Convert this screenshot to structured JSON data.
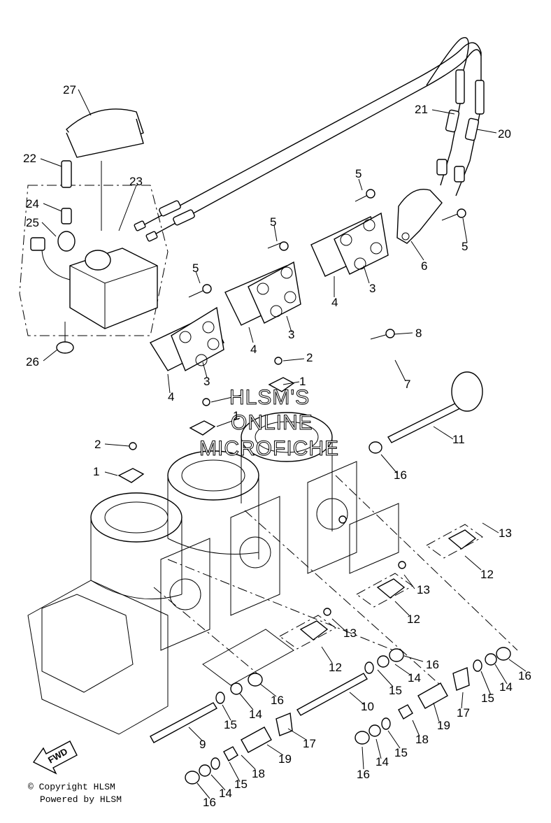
{
  "watermark": {
    "line1": "HLSM'S",
    "line2": "ONLINE",
    "line3": "MICROFICHE"
  },
  "footer": {
    "copyright": "© Copyright HLSM",
    "powered": "Powered by HLSM"
  },
  "fwd_label": "FWD",
  "callouts": {
    "c27": "27",
    "c22": "22",
    "c23": "23",
    "c24": "24",
    "c25": "25",
    "c26": "26",
    "c21": "21",
    "c20": "20",
    "c5a": "5",
    "c5b": "5",
    "c5c": "5",
    "c5d": "5",
    "c6": "6",
    "c3a": "3",
    "c3b": "3",
    "c3c": "3",
    "c4a": "4",
    "c4b": "4",
    "c4c": "4",
    "c8": "8",
    "c7": "7",
    "c2a": "2",
    "c2b": "2",
    "c1a": "1",
    "c1b": "1",
    "c1c": "1",
    "c11": "11",
    "c16a": "16",
    "c13a": "13",
    "c12a": "12",
    "c13b": "13",
    "c12b": "12",
    "c13c": "13",
    "c12c": "12",
    "c16b": "16",
    "c16c": "16",
    "c14a": "14",
    "c15a": "15",
    "c14b": "14",
    "c15b": "15",
    "c16d": "16",
    "c10": "10",
    "c17a": "17",
    "c17b": "17",
    "c19a": "19",
    "c19b": "19",
    "c18a": "18",
    "c18b": "18",
    "c9": "9",
    "c14c": "14",
    "c15c": "15",
    "c15d": "15",
    "c16e": "16",
    "c14d": "14",
    "c14e": "14",
    "c15e": "15",
    "c16f": "16"
  }
}
